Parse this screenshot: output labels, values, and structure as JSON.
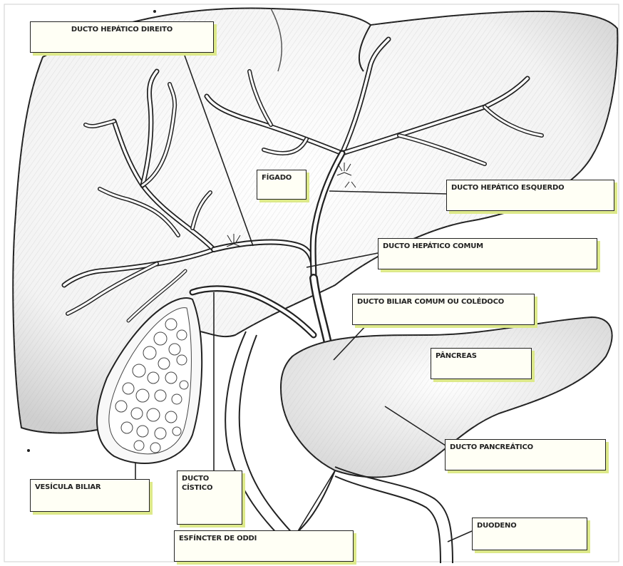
{
  "colors": {
    "label_fill": "#fffff5",
    "label_shadow": "#dde98a",
    "outline": "#222222",
    "shading": "#9a9a9a"
  },
  "labels": {
    "hepatic_right": "DUCTO HEPÁTICO DIREITO",
    "liver": "FÍGADO",
    "hepatic_left": "DUCTO HEPÁTICO ESQUERDO",
    "hepatic_common": "DUCTO HEPÁTICO COMUM",
    "bile_duct": "DUCTO BILIAR COMUM OU COLÉDOCO",
    "pancreas": "PÂNCREAS",
    "pancreatic_duct": "DUCTO PANCREÁTICO",
    "gallbladder": "VESÍCULA BILIAR",
    "cystic_duct": "DUCTO\nCÍSTICO",
    "sphincter": "ESFÍNCTER DE ODDI",
    "duodenum": "DUODENO"
  }
}
